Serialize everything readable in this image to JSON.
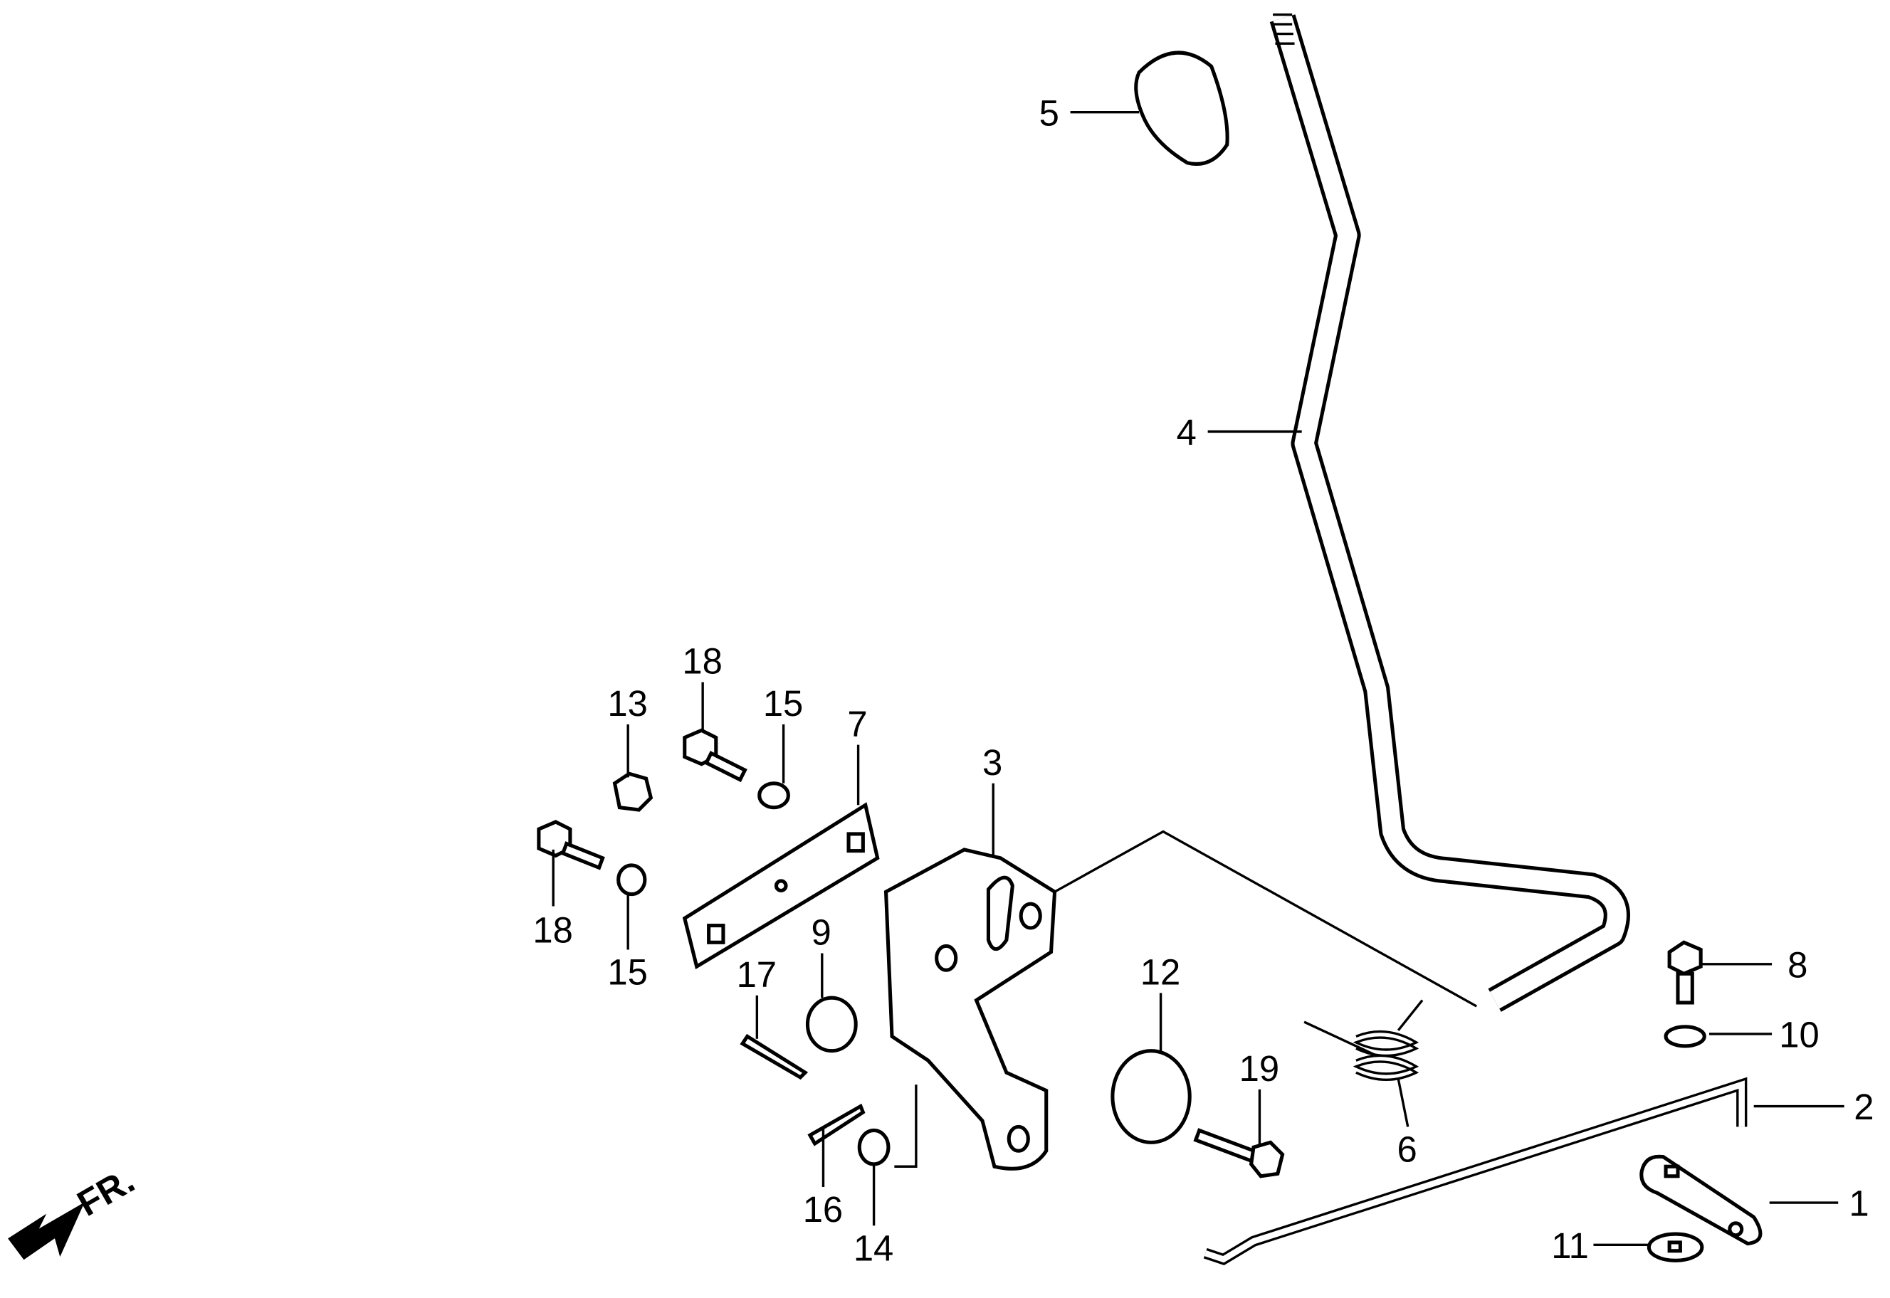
{
  "callouts": [
    "1",
    "2",
    "3",
    "4",
    "5",
    "6",
    "7",
    "8",
    "9",
    "10",
    "11",
    "12",
    "13",
    "14",
    "15",
    "15",
    "16",
    "17",
    "18",
    "18",
    "19"
  ],
  "direction_label": "FR.",
  "colors": {
    "ink": "#000000",
    "background": "#ffffff"
  }
}
